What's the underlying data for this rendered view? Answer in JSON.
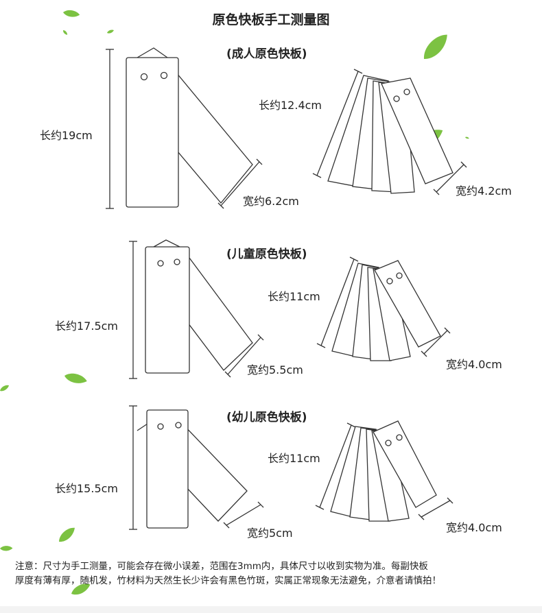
{
  "title": "原色快板手工测量图",
  "sections": [
    {
      "heading": "(成人原色快板)",
      "single": {
        "length": "长约19cm",
        "width": "宽约6.2cm"
      },
      "fan": {
        "length": "长约12.4cm",
        "width": "宽约4.2cm"
      }
    },
    {
      "heading": "(儿童原色快板)",
      "single": {
        "length": "长约17.5cm",
        "width": "宽约5.5cm"
      },
      "fan": {
        "length": "长约11cm",
        "width": "宽约4.0cm"
      }
    },
    {
      "heading": "(幼儿原色快板)",
      "single": {
        "length": "长约15.5cm",
        "width": "宽约5cm"
      },
      "fan": {
        "length": "长约11cm",
        "width": "宽约4.0cm"
      }
    }
  ],
  "note": {
    "line1": "注意：尺寸为手工测量，可能会存在微小误差，范围在3mm内，具体尺寸以收到实物为准。每副快板",
    "line2": "厚度有薄有厚，随机发，竹材料为天然生长少许会有黑色竹斑，实属正常现象无法避免，介意者请慎拍！"
  },
  "colors": {
    "leaf": "#7cc242",
    "stroke": "#333333"
  }
}
